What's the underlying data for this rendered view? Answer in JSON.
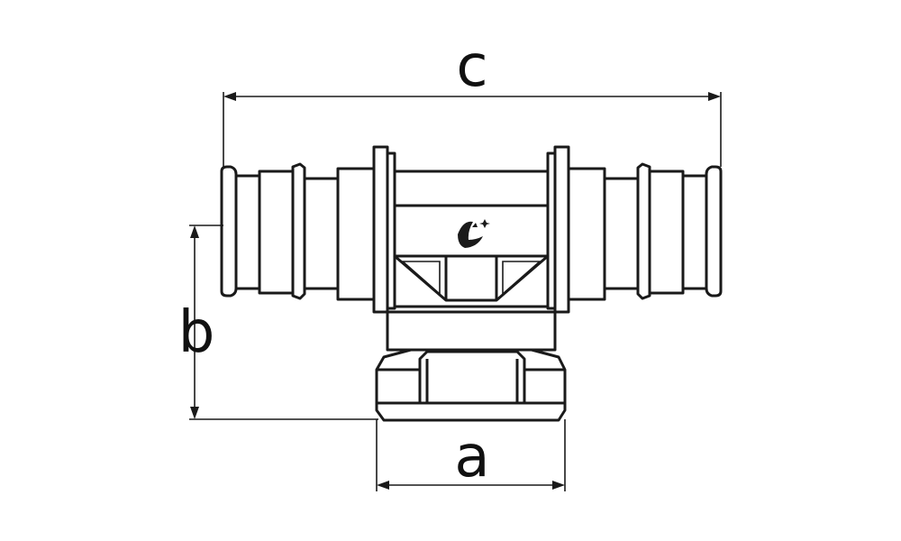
{
  "dimensions": {
    "c": "c",
    "b": "b",
    "a": "a"
  },
  "colors": {
    "line": "#1a1a1a",
    "background": "#ffffff"
  },
  "logo_icon": "brand-logo-icon"
}
